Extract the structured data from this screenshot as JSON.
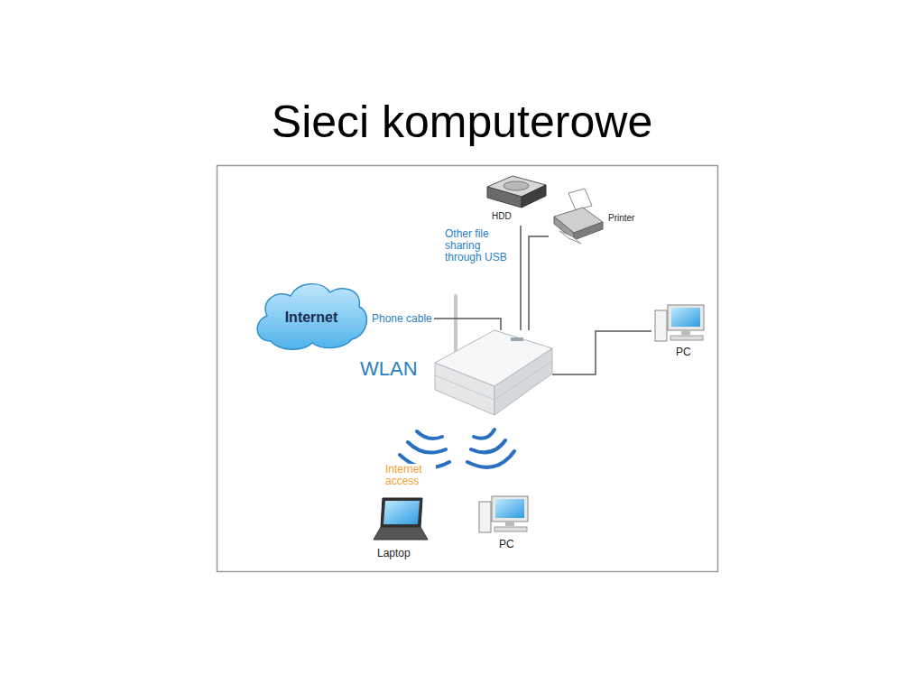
{
  "diagram": {
    "title": "Sieci komputerowe",
    "nodes": [
      {
        "text": [
          "Internet"
        ]
      },
      {
        "text": [
          "WLAN"
        ]
      },
      {
        "text": [
          "HDD"
        ]
      },
      {
        "text": [
          "Printer"
        ]
      },
      {
        "text": [
          "PC"
        ]
      },
      {
        "text": [
          "Laptop"
        ]
      },
      {
        "text": [
          "PC"
        ]
      }
    ],
    "edges": [
      {
        "from": 0,
        "to": 1,
        "label": "Phone cable",
        "arrow": "none"
      },
      {
        "from": 2,
        "to": 1,
        "arrow": "none"
      },
      {
        "from": 3,
        "to": 1,
        "arrow": "none"
      },
      {
        "from": 4,
        "to": 1,
        "arrow": "none"
      }
    ],
    "labels": [
      "Other file sharing through USB",
      "Internet access"
    ]
  }
}
